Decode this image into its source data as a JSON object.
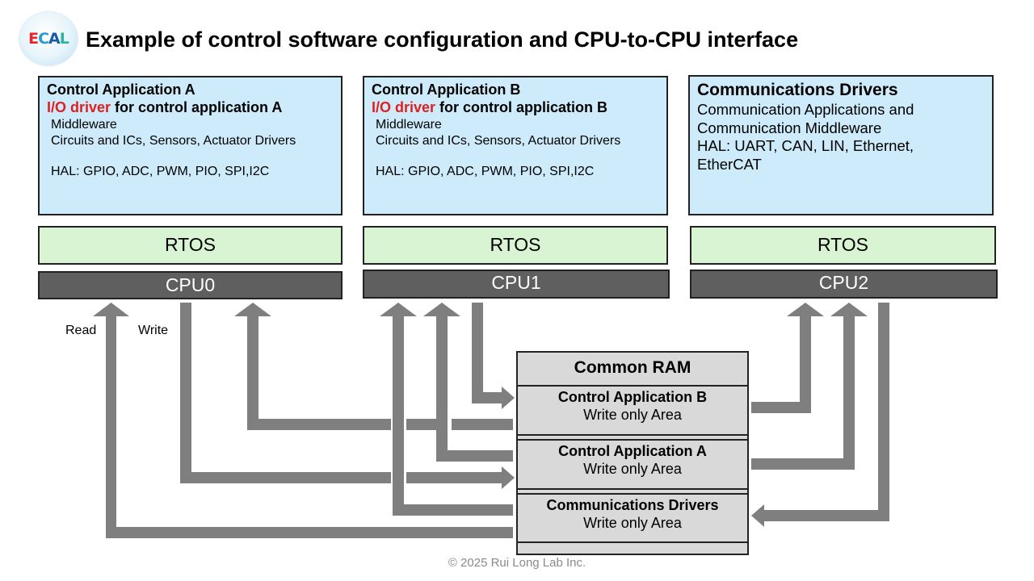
{
  "logo": {
    "text_parts": [
      "E",
      "C",
      "A",
      "L"
    ]
  },
  "title": "Example of control software configuration and CPU-to-CPU interface",
  "app_a": {
    "title": "Control Application A",
    "driver_red": "I/O driver",
    "driver_rest": " for control application A",
    "middleware": "Middleware",
    "circuits": "Circuits and ICs, Sensors, Actuator Drivers",
    "hal": "HAL: GPIO, ADC, PWM, PIO, SPI,I2C"
  },
  "app_b": {
    "title": "Control Application B",
    "driver_red": "I/O driver",
    "driver_rest": " for control application B",
    "middleware": "Middleware",
    "circuits": "Circuits and ICs, Sensors, Actuator Drivers",
    "hal": "HAL: GPIO, ADC, PWM, PIO, SPI,I2C"
  },
  "comm": {
    "title": "Communications Drivers",
    "line1": "Communication Applications and",
    "line2": "Communication Middleware",
    "line3": "HAL: UART, CAN, LIN, Ethernet,",
    "line4": "EtherCAT"
  },
  "rtos": [
    "RTOS",
    "RTOS",
    "RTOS"
  ],
  "cpus": [
    "CPU0",
    "CPU1",
    "CPU2"
  ],
  "labels": {
    "read": "Read",
    "write": "Write"
  },
  "ram": {
    "title": "Common RAM",
    "sections": [
      {
        "name": "Control Application B",
        "sub": "Write only Area"
      },
      {
        "name": "Control Application A",
        "sub": "Write only Area"
      },
      {
        "name": "Communications Drivers",
        "sub": "Write only Area"
      }
    ]
  },
  "footer": "© 2025 Rui Long Lab Inc.",
  "colors": {
    "app_box": "#cdebfa",
    "rtos_box": "#d9f4d2",
    "cpu_box": "#5f5f5f",
    "ram_box": "#d9d9d9",
    "arrow": "#7f7f7f",
    "driver_highlight": "#e02020"
  }
}
